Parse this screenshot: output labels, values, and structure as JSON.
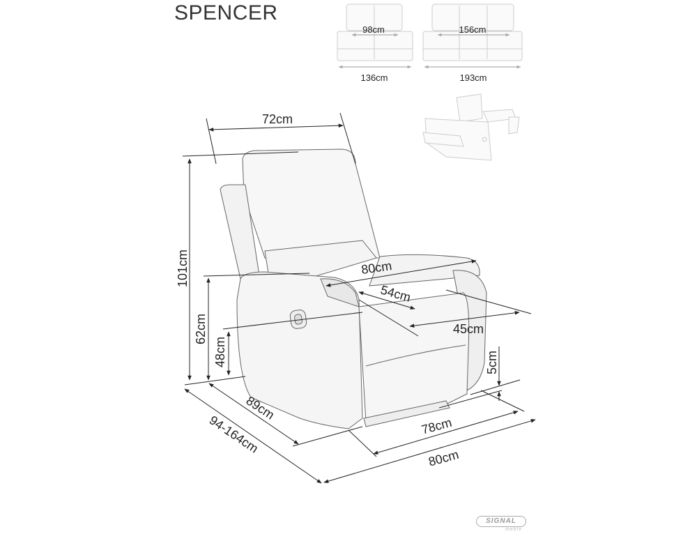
{
  "product": {
    "name": "SPENCER"
  },
  "thumbnails": {
    "two_seater": {
      "inner_width": "98cm",
      "outer_width": "136cm"
    },
    "three_seater": {
      "inner_width": "156cm",
      "outer_width": "193cm"
    },
    "reclined_view": {
      "icon": "reclined-armchair-icon"
    }
  },
  "dimensions": {
    "backrest_width": "72cm",
    "total_height": "101cm",
    "armrest_height": "62cm",
    "seat_height": "48cm",
    "arm_width": "80cm",
    "seat_depth": "54cm",
    "seat_width": "45cm",
    "leg_height": "5cm",
    "depth": "89cm",
    "depth_reclined": "94-164cm",
    "inner_base_width": "78cm",
    "total_width": "80cm"
  },
  "brand": {
    "logo": "SIGNAL",
    "sub": "meble"
  }
}
